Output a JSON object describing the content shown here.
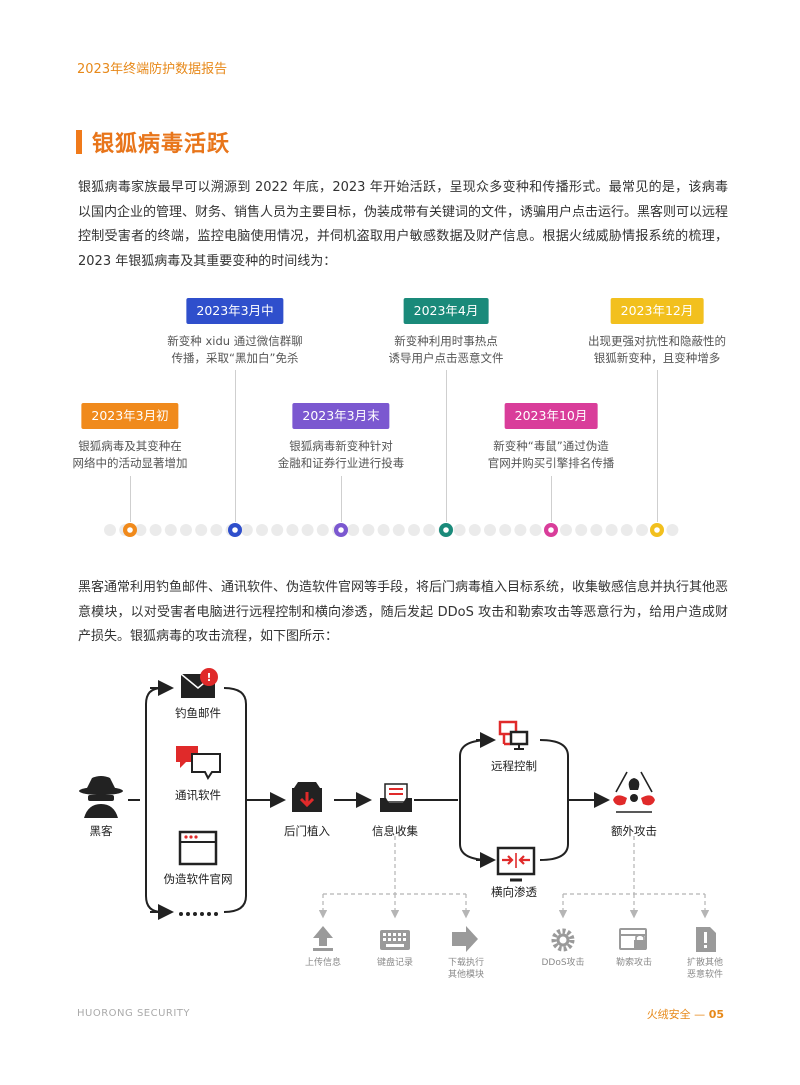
{
  "header": {
    "title": "2023年终端防护数据报告"
  },
  "section": {
    "title": "银狐病毒活跃"
  },
  "paragraphs": {
    "intro": "银狐病毒家族最早可以溯源到 2022 年底，2023 年开始活跃，呈现众多变种和传播形式。最常见的是，该病毒以国内企业的管理、财务、销售人员为主要目标，伪装成带有关键词的文件，诱骗用户点击运行。黑客则可以远程控制受害者的终端，监控电脑使用情况，并伺机盗取用户敏感数据及财产信息。根据火绒威胁情报系统的梳理，2023 年银狐病毒及其重要变种的时间线为：",
    "attack": "黑客通常利用钓鱼邮件、通讯软件、伪造软件官网等手段，将后门病毒植入目标系统，收集敏感信息并执行其他恶意模块，以对受害者电脑进行远程控制和横向渗透，随后发起 DDoS 攻击和勒索攻击等恶意行为，给用户造成财产损失。银狐病毒的攻击流程，如下图所示："
  },
  "timeline": [
    {
      "date": "2023年3月初",
      "line1": "银狐病毒及其变种在",
      "line2": "网络中的活动显著增加",
      "color": "#f08a1c"
    },
    {
      "date": "2023年3月中",
      "line1": "新变种 xidu 通过微信群聊",
      "line2": "传播，采取“黑加白”免杀",
      "color": "#2f4fcc"
    },
    {
      "date": "2023年3月末",
      "line1": "银狐病毒新变种针对",
      "line2": "金融和证券行业进行投毒",
      "color": "#7b58d0"
    },
    {
      "date": "2023年4月",
      "line1": "新变种利用时事热点",
      "line2": "诱导用户点击恶意文件",
      "color": "#1a8a7a"
    },
    {
      "date": "2023年10月",
      "line1": "新变种“毒鼠”通过伪造",
      "line2": "官网并购买引擎排名传播",
      "color": "#d93d9a"
    },
    {
      "date": "2023年12月",
      "line1": "出现更强对抗性和隐蔽性的",
      "line2": "银狐新变种，且变种增多",
      "color": "#f2c01e"
    }
  ],
  "flow": {
    "hacker": "黑客",
    "phishing": "钓鱼邮件",
    "im": "通讯软件",
    "fake_site": "伪造软件官网",
    "more": "……",
    "backdoor": "后门植入",
    "collect": "信息收集",
    "remote": "远程控制",
    "lateral": "横向渗透",
    "extra": "额外攻击",
    "upload": "上传信息",
    "keylog": "键盘记录",
    "download1": "下载执行",
    "download2": "其他模块",
    "ddos": "DDoS攻击",
    "ransom": "勒索攻击",
    "spread1": "扩散其他",
    "spread2": "恶意软件"
  },
  "colors": {
    "accent": "#e8751a",
    "red": "#e02a2a",
    "dark": "#222222"
  },
  "footer": {
    "left": "HUORONG SECURITY",
    "right_label": "火绒安全 — ",
    "page": "05"
  }
}
